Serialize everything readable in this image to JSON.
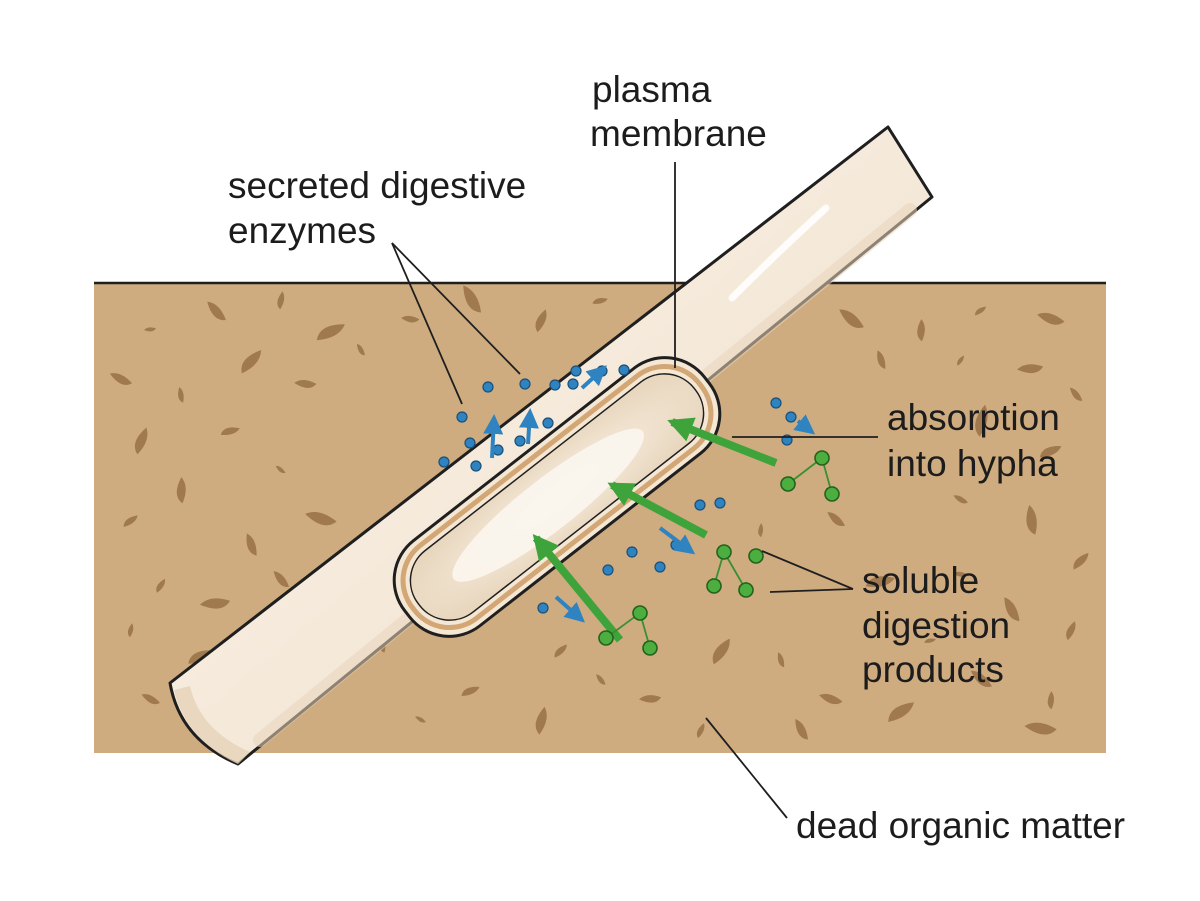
{
  "diagram": {
    "labels": {
      "plasma_membrane": [
        "plasma",
        "membrane"
      ],
      "enzymes": [
        "secreted digestive",
        "enzymes"
      ],
      "absorption": [
        "absorption",
        "into hypha"
      ],
      "products": [
        "soluble",
        "digestion",
        "products"
      ],
      "matter": "dead organic matter"
    },
    "colors": {
      "substrate": "#cfac7f",
      "substrate_flecks": "#a07a4e",
      "hypha_fill": "#f6ece0",
      "hypha_outline": "#1f1f1f",
      "membrane": "#cf9f6e",
      "enzyme_dots": "#2f83c1",
      "absorption_arrows": "#3ea33a",
      "product_dots": "#4cae3f"
    },
    "icons": [
      "enzyme-dot",
      "product-molecule",
      "secretion-arrow",
      "absorption-arrow"
    ]
  }
}
